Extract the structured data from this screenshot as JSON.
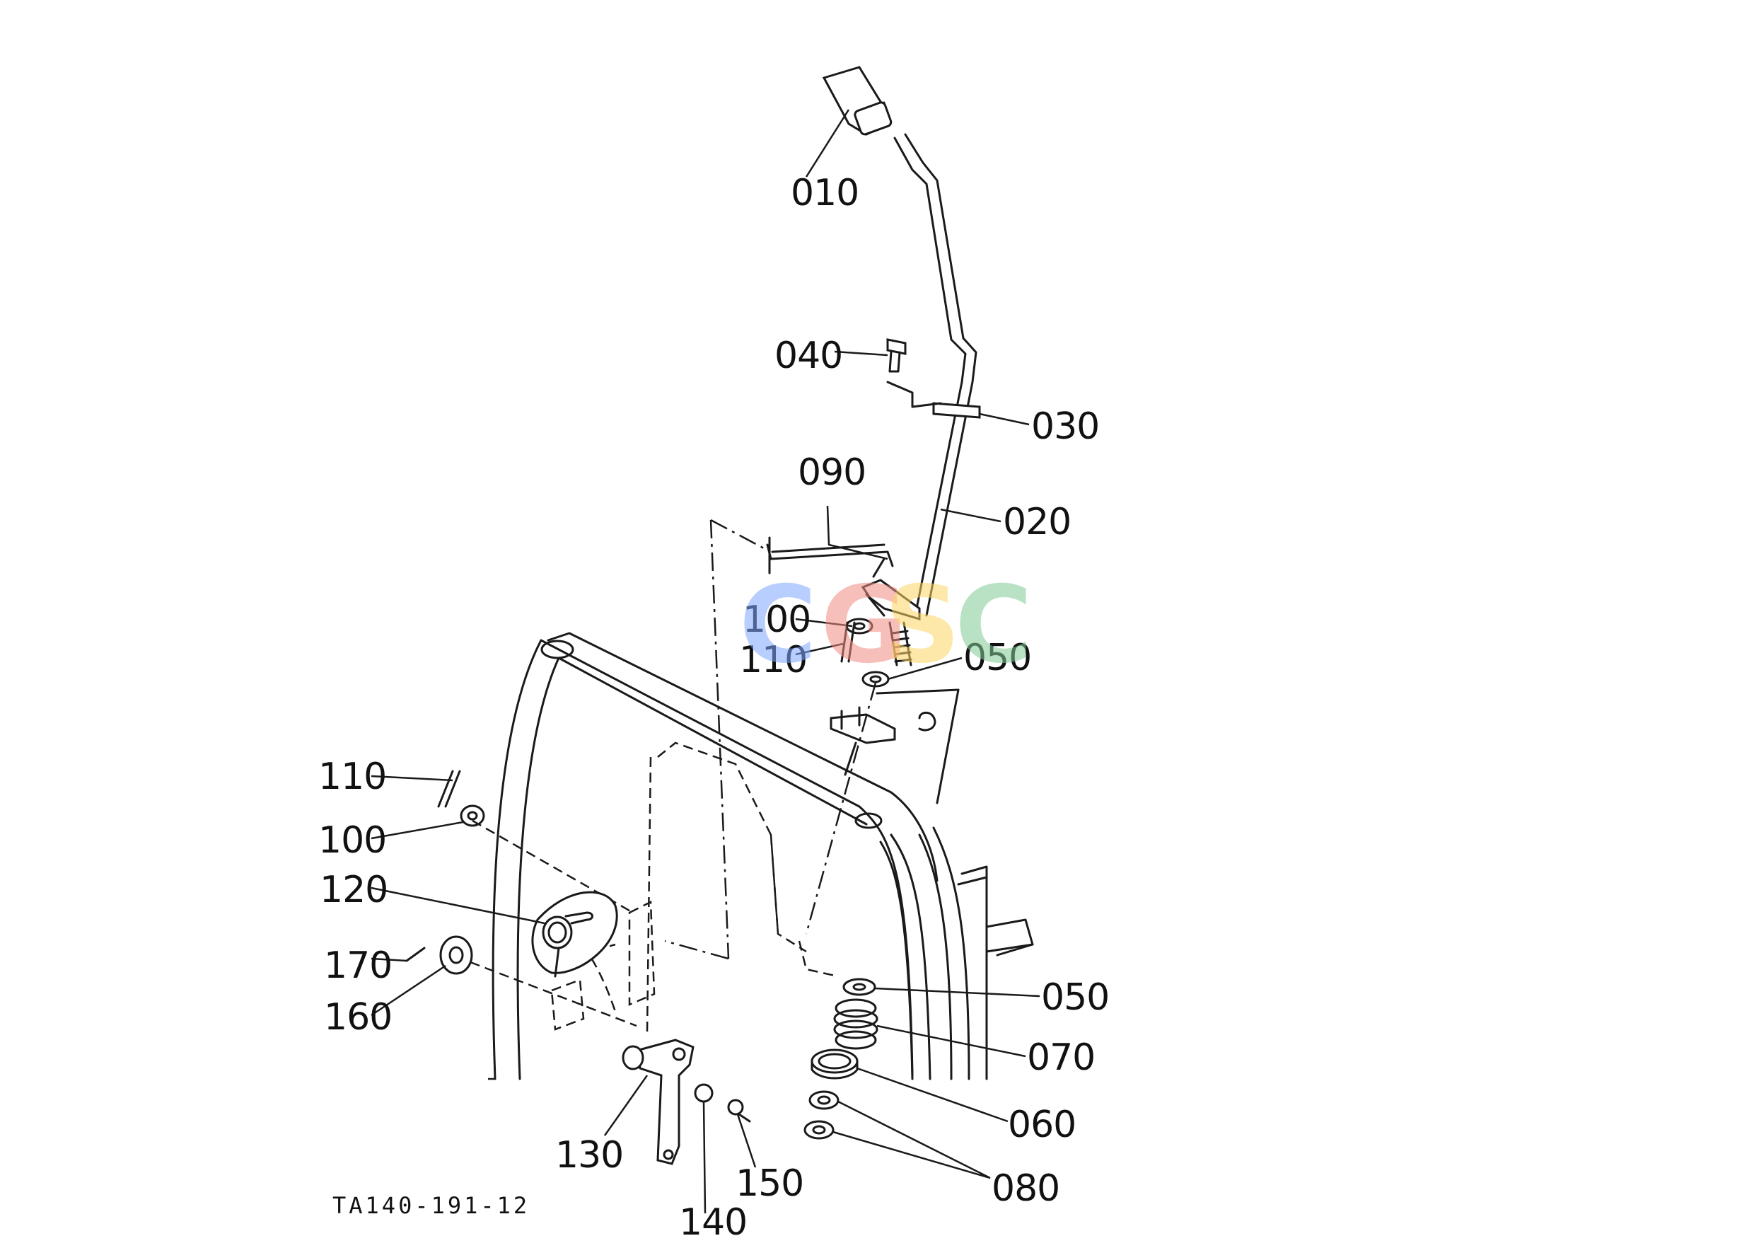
{
  "drawing_code": "TA140-191-12",
  "callouts": {
    "c010": "010",
    "c040": "040",
    "c030": "030",
    "c090": "090",
    "c020": "020",
    "c100a": "100",
    "c110a": "110",
    "c050a": "050",
    "c110b": "110",
    "c100b": "100",
    "c120": "120",
    "c170": "170",
    "c160": "160",
    "c050b": "050",
    "c070": "070",
    "c060": "060",
    "c130": "130",
    "c140": "140",
    "c150": "150",
    "c080": "080"
  },
  "watermark": {
    "letters": [
      "C",
      "G",
      "S",
      "C"
    ],
    "colors": [
      "#7fa7ff",
      "#f28b82",
      "#fdd663",
      "#81c995"
    ]
  }
}
